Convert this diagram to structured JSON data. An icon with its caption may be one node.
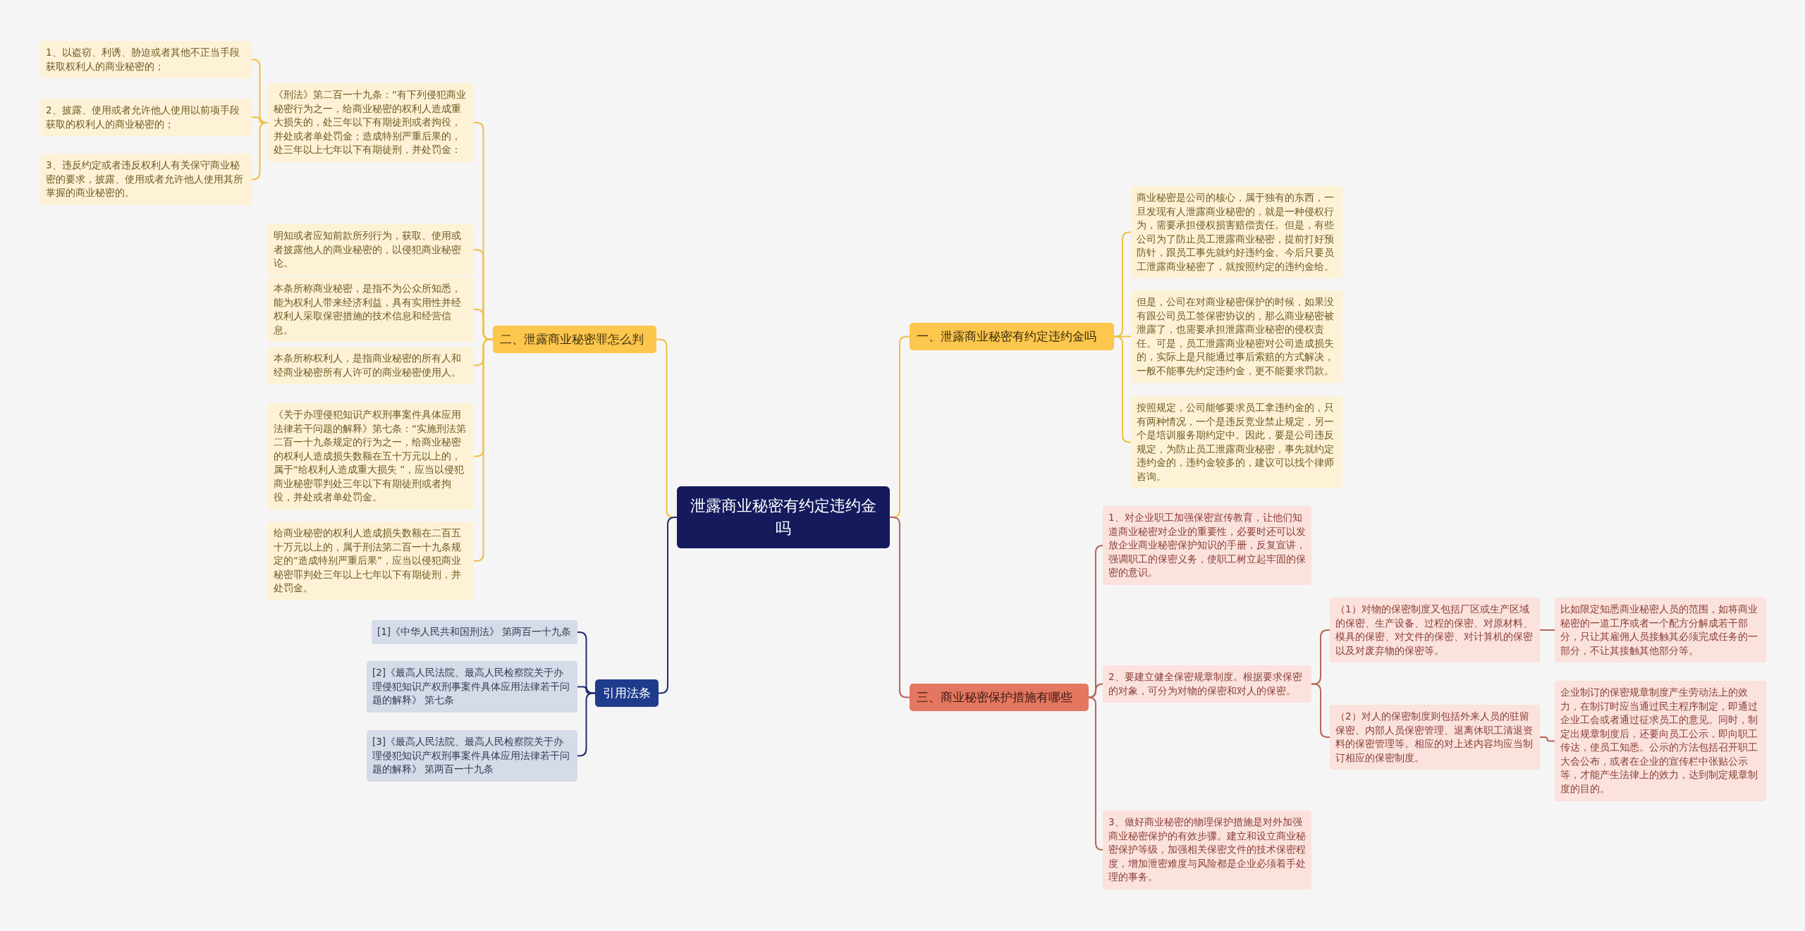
{
  "diagram": {
    "nodes": [
      {
        "text": [
          "泄露商业秘密有约定违约金吗"
        ]
      },
      {
        "text": [
          "二、泄露商业秘密罪怎么判"
        ]
      },
      {
        "text": [
          "《刑法》第二百一十九条：“有下列侵犯商业秘密行为之一，给商业秘密的权利人造成重大损失的，处三年以下有期徒刑或者拘役，并处或者单处罚金；造成特别严重后果的，处三年以上七年以下有期徒刑，并处罚金："
        ]
      },
      {
        "text": [
          "1、以盗窃、利诱、胁迫或者其他不正当手段获取权利人的商业秘密的；"
        ]
      },
      {
        "text": [
          "2、披露、使用或者允许他人使用以前项手段获取的权利人的商业秘密的；"
        ]
      },
      {
        "text": [
          "3、违反约定或者违反权利人有关保守商业秘密的要求，披露、使用或者允许他人使用其所掌握的商业秘密的。"
        ]
      },
      {
        "text": [
          "明知或者应知前款所列行为，获取、使用或者披露他人的商业秘密的，以侵犯商业秘密论。"
        ]
      },
      {
        "text": [
          "本条所称商业秘密，是指不为公众所知悉，能为权利人带来经济利益，具有实用性并经权利人采取保密措施的技术信息和经营信息。"
        ]
      },
      {
        "text": [
          "本条所称权利人，是指商业秘密的所有人和经商业秘密所有人许可的商业秘密使用人。"
        ]
      },
      {
        "text": [
          "《关于办理侵犯知识产权刑事案件具体应用法律若干问题的解释》第七条：“实施刑法第二百一十九条规定的行为之一，给商业秘密的权利人造成损失数额在五十万元以上的，属于“给权利人造成重大损失 ”，应当以侵犯商业秘密罪判处三年以下有期徒刑或者拘役，并处或者单处罚金。"
        ]
      },
      {
        "text": [
          "给商业秘密的权利人造成损失数额在二百五十万元以上的，属于刑法第二百一十九条规定的“造成特别严重后果”，应当以侵犯商业秘密罪判处三年以上七年以下有期徒刑，并处罚金。"
        ]
      },
      {
        "text": [
          "引用法条"
        ]
      },
      {
        "text": [
          "[1]《中华人民共和国刑法》 第两百一十九条"
        ]
      },
      {
        "text": [
          "[2]《最高人民法院、最高人民检察院关于办理侵犯知识产权刑事案件具体应用法律若干问题的解释》 第七条"
        ]
      },
      {
        "text": [
          "[3]《最高人民法院、最高人民检察院关于办理侵犯知识产权刑事案件具体应用法律若干问题的解释》 第两百一十九条"
        ]
      },
      {
        "text": [
          "一、泄露商业秘密有约定违约金吗"
        ]
      },
      {
        "text": [
          "商业秘密是公司的核心，属于独有的东西，一旦发现有人泄露商业秘密的，就是一种侵权行为，需要承担侵权损害赔偿责任。但是，有些公司为了防止员工泄露商业秘密，提前打好预防针，跟员工事先就约好违约金。今后只要员工泄露商业秘密了，就按照约定的违约金给。"
        ]
      },
      {
        "text": [
          "但是，公司在对商业秘密保护的时候，如果没有跟公司员工签保密协议的，那么商业秘密被泄露了，也需要承担泄露商业秘密的侵权责任。可是，员工泄露商业秘密对公司造成损失的，实际上是只能通过事后索赔的方式解决，一般不能事先约定违约金，更不能要求罚款。"
        ]
      },
      {
        "text": [
          "按照规定，公司能够要求员工拿违约金的，只有两种情况，一个是违反竞业禁止规定，另一个是培训服务期约定中。因此，要是公司违反规定，为防止员工泄露商业秘密，事先就约定违约金的，违约金较多的，建议可以找个律师咨询。"
        ]
      },
      {
        "text": [
          "三、商业秘密保护措施有哪些"
        ]
      },
      {
        "text": [
          "1、对企业职工加强保密宣传教育，让他们知道商业秘密对企业的重要性，必要时还可以发放企业商业秘密保护知识的手册，反复宣讲，强调职工的保密义务，使职工树立起牢固的保密的意识。"
        ]
      },
      {
        "text": [
          "2、要建立健全保密规章制度。根据要求保密的对象，可分为对物的保密和对人的保密。"
        ]
      },
      {
        "text": [
          "（1）对物的保密制度又包括厂区或生产区域的保密、生产设备、过程的保密、对原材料、模具的保密、对文件的保密、对计算机的保密以及对废弃物的保密等。"
        ]
      },
      {
        "text": [
          "比如限定知悉商业秘密人员的范围，如将商业秘密的一道工序或者一个配方分解成若干部分，只让其雇佣人员接触其必须完成任务的一部分，不让其接触其他部分等。"
        ]
      },
      {
        "text": [
          "（2）对人的保密制度则包括外来人员的驻留保密、内部人员保密管理、退离休职工清退资料的保密管理等。相应的对上述内容均应当制订相应的保密制度。"
        ]
      },
      {
        "text": [
          "企业制订的保密规章制度产生劳动法上的效力，在制订时应当通过民主程序制定，即通过企业工会或者通过征求员工的意见。同时，制定出规章制度后，还要向员工公示，即向职工传达，使员工知悉。公示的方法包括召开职工大会公布，或者在企业的宣传栏中张贴公示等，才能产生法律上的效力，达到制定规章制度的目的。"
        ]
      },
      {
        "text": [
          "3、做好商业秘密的物理保护措施是对外加强商业秘密保护的有效步骤。建立和设立商业秘密保护等级，加强相关保密文件的技术保密程度，增加泄密难度与风险都是企业必须着手处理的事务。"
        ]
      }
    ],
    "edges": [
      {
        "from": 0,
        "to": 1,
        "arrow": "none"
      },
      {
        "from": 1,
        "to": 2,
        "arrow": "none"
      },
      {
        "from": 2,
        "to": 3,
        "arrow": "none"
      },
      {
        "from": 2,
        "to": 4,
        "arrow": "none"
      },
      {
        "from": 2,
        "to": 5,
        "arrow": "none"
      },
      {
        "from": 1,
        "to": 6,
        "arrow": "none"
      },
      {
        "from": 1,
        "to": 7,
        "arrow": "none"
      },
      {
        "from": 1,
        "to": 8,
        "arrow": "none"
      },
      {
        "from": 1,
        "to": 9,
        "arrow": "none"
      },
      {
        "from": 1,
        "to": 10,
        "arrow": "none"
      },
      {
        "from": 0,
        "to": 11,
        "arrow": "none",
        "color": "#1c2e6e"
      },
      {
        "from": 11,
        "to": 12,
        "arrow": "none",
        "color": "#1c2e6e"
      },
      {
        "from": 11,
        "to": 13,
        "arrow": "none",
        "color": "#1c2e6e"
      },
      {
        "from": 11,
        "to": 14,
        "arrow": "none",
        "color": "#1c2e6e"
      },
      {
        "from": 0,
        "to": 15,
        "arrow": "none"
      },
      {
        "from": 15,
        "to": 16,
        "arrow": "none"
      },
      {
        "from": 15,
        "to": 17,
        "arrow": "none"
      },
      {
        "from": 15,
        "to": 18,
        "arrow": "none"
      },
      {
        "from": 0,
        "to": 19,
        "arrow": "none",
        "color": "#b5655a"
      },
      {
        "from": 19,
        "to": 20,
        "arrow": "none",
        "color": "#b5655a"
      },
      {
        "from": 19,
        "to": 21,
        "arrow": "none",
        "color": "#b5655a"
      },
      {
        "from": 21,
        "to": 22,
        "arrow": "none",
        "color": "#b5655a"
      },
      {
        "from": 22,
        "to": 23,
        "arrow": "none",
        "color": "#b5655a"
      },
      {
        "from": 21,
        "to": 24,
        "arrow": "none",
        "color": "#b5655a"
      },
      {
        "from": 24,
        "to": 25,
        "arrow": "none",
        "color": "#b5655a"
      },
      {
        "from": 19,
        "to": 26,
        "arrow": "none",
        "color": "#b5655a"
      }
    ]
  }
}
